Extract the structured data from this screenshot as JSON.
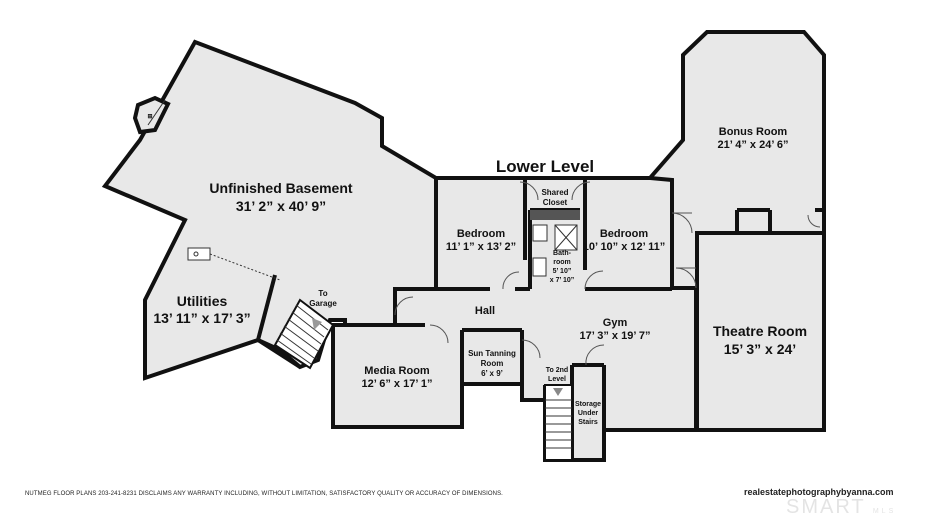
{
  "title": "Lower Level",
  "rooms": {
    "unfinished_basement": {
      "name": "Unfinished Basement",
      "dims": "31’ 2” x 40’ 9”"
    },
    "utilities": {
      "name": "Utilities",
      "dims": "13’ 11” x 17’ 3”"
    },
    "bedroom_left": {
      "name": "Bedroom",
      "dims": "11’ 1” x 13’ 2”"
    },
    "bedroom_right": {
      "name": "Bedroom",
      "dims": "10’ 10” x 12’ 11”"
    },
    "shared_closet": {
      "line1": "Shared",
      "line2": "Closet"
    },
    "bathroom": {
      "line1": "Bath-",
      "line2": "room",
      "line3": "5’ 10”",
      "line4": "x 7’ 10”"
    },
    "bonus_room": {
      "name": "Bonus Room",
      "dims": "21’ 4” x 24’ 6”"
    },
    "theatre_room": {
      "name": "Theatre Room",
      "dims": "15’ 3” x 24’"
    },
    "hall": {
      "name": "Hall"
    },
    "gym": {
      "name": "Gym",
      "dims": "17’ 3” x 19’ 7”"
    },
    "media_room": {
      "name": "Media Room",
      "dims": "12’ 6” x 17’ 1”"
    },
    "sun_tanning": {
      "line1": "Sun Tanning",
      "line2": "Room",
      "dims": "6’ x 9’"
    },
    "storage": {
      "line1": "Storage",
      "line2": "Under",
      "line3": "Stairs"
    }
  },
  "stairs": {
    "to_garage": {
      "line1": "To",
      "line2": "Garage"
    },
    "to_2nd": {
      "line1": "To 2nd",
      "line2": "Level"
    }
  },
  "footer": {
    "disclaimer": "NUTMEG FLOOR PLANS 203-241-8231 DISCLAIMS ANY WARRANTY INCLUDING, WITHOUT LIMITATION, SATISFACTORY QUALITY OR ACCURACY OF DIMENSIONS.",
    "website": "realestatephotographybyanna.com",
    "watermark": "SMART",
    "watermark_sub": "MLS"
  },
  "colors": {
    "floor": "#e8e8e8",
    "wall": "#111111",
    "background": "#ffffff"
  }
}
